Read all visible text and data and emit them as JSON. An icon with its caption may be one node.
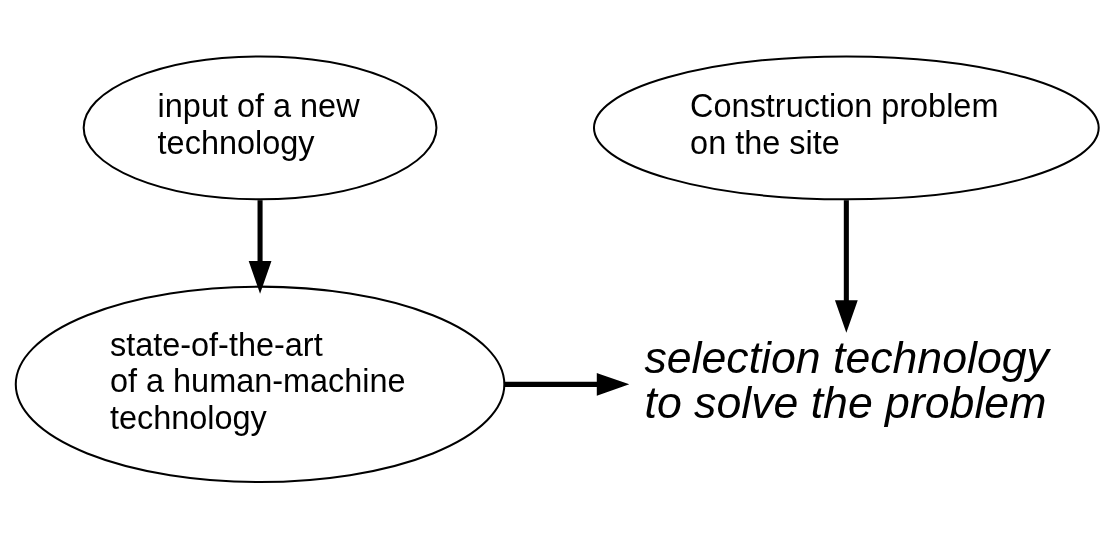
{
  "diagram": {
    "nodes": [
      {
        "text": [
          "input of a new technology"
        ]
      },
      {
        "text": [
          "Construction problem on the site"
        ]
      },
      {
        "text": [
          "state-of-the-art of a human-machine technology"
        ]
      },
      {
        "text": [
          "selection technology to solve the problem"
        ]
      }
    ],
    "edges": [
      {
        "from": 0,
        "to": 2,
        "arrow": "to"
      },
      {
        "from": 1,
        "to": 3,
        "arrow": "to"
      },
      {
        "from": 2,
        "to": 3,
        "arrow": "to"
      }
    ]
  }
}
